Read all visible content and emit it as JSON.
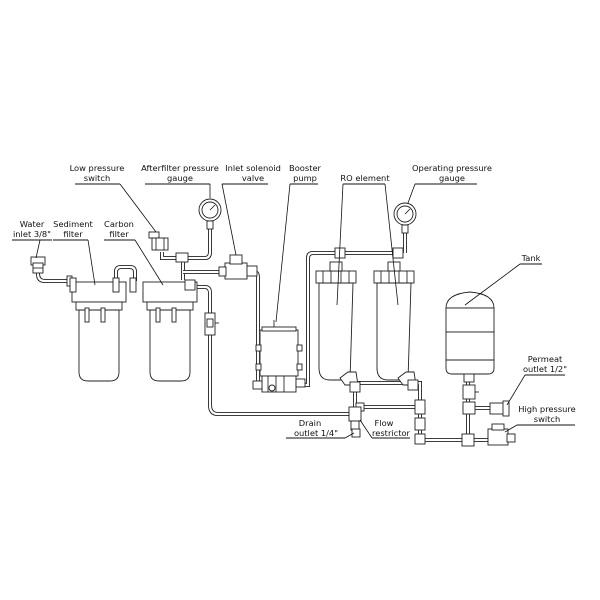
{
  "diagram": {
    "title": "Reverse osmosis system schematic",
    "labels": {
      "water_inlet": [
        "Water",
        "inlet 3/8\""
      ],
      "sediment_filter": [
        "Sediment",
        "filter"
      ],
      "carbon_filter": [
        "Carbon",
        "filter"
      ],
      "low_pressure_switch": [
        "Low pressure",
        "switch"
      ],
      "afterfilter_gauge": [
        "Afterfilter pressure",
        "gauge"
      ],
      "inlet_solenoid": [
        "Inlet solenoid",
        "valve"
      ],
      "booster_pump": [
        "Booster",
        "pump"
      ],
      "ro_element": [
        "RO element"
      ],
      "operating_gauge": [
        "Operating pressure",
        "gauge"
      ],
      "tank": [
        "Tank"
      ],
      "permeat_outlet": [
        "Permeat",
        "outlet 1/2\""
      ],
      "high_pressure_switch": [
        "High pressure",
        "switch"
      ],
      "drain_outlet": [
        "Drain",
        "outlet 1/4\""
      ],
      "flow_restrictor": [
        "Flow",
        "restrictor"
      ]
    },
    "components": [
      "water-inlet",
      "sediment-filter",
      "carbon-filter",
      "low-pressure-switch",
      "afterfilter-pressure-gauge",
      "inlet-solenoid-valve",
      "booster-pump",
      "ro-element-1",
      "ro-element-2",
      "operating-pressure-gauge",
      "tank",
      "permeat-outlet",
      "high-pressure-switch",
      "drain-outlet",
      "flow-restrictor"
    ]
  }
}
